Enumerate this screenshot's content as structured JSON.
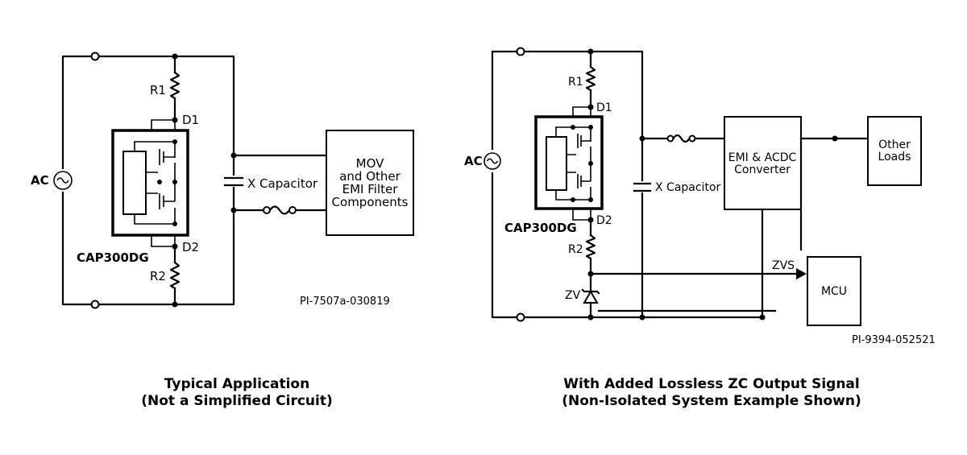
{
  "left": {
    "ac_label": "AC",
    "r1": "R1",
    "d1": "D1",
    "d2": "D2",
    "r2": "R2",
    "ic_label": "CAP300DG",
    "x_capacitor": "X Capacitor",
    "filter_box": [
      "MOV",
      "and Other",
      "EMI Filter",
      "Components"
    ],
    "ref": "PI-7507a-030819",
    "caption": [
      "Typical Application",
      "(Not a Simplified Circuit)"
    ]
  },
  "right": {
    "ac_label": "AC",
    "r1": "R1",
    "d1": "D1",
    "d2": "D2",
    "r2": "R2",
    "zv": "ZV",
    "ic_label": "CAP300DG",
    "x_capacitor": "X Capacitor",
    "converter_box": [
      "EMI & ACDC",
      "Converter"
    ],
    "loads_box": [
      "Other",
      "Loads"
    ],
    "zvs": "ZVS",
    "mcu": "MCU",
    "ref": "PI-9394-052521",
    "caption": [
      "With Added Lossless ZC Output Signal",
      "(Non-Isolated System Example Shown)"
    ]
  }
}
